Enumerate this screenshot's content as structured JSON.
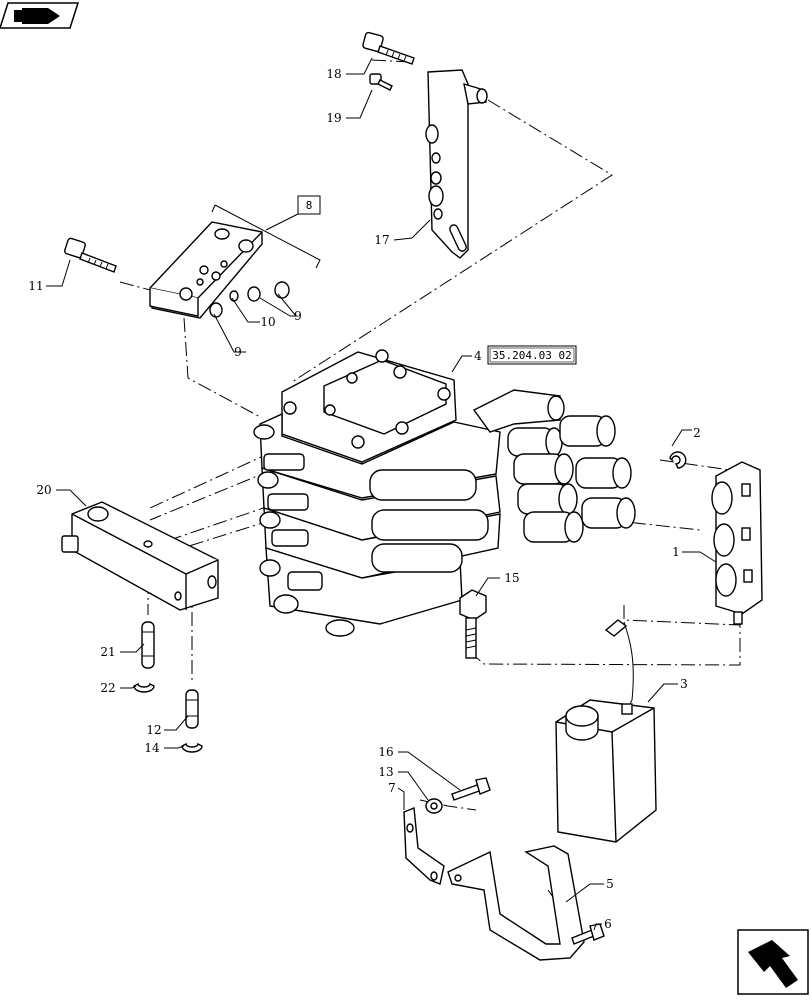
{
  "labels": {
    "c1": "1",
    "c2": "2",
    "c3": "3",
    "c4": "4",
    "c5": "5",
    "c6": "6",
    "c7": "7",
    "c9a": "9",
    "c9b": "9",
    "c10": "10",
    "c11": "11",
    "c12": "12",
    "c13": "13",
    "c14": "14",
    "c15": "15",
    "c16": "16",
    "c17": "17",
    "c18": "18",
    "c19": "19",
    "c20": "20",
    "c21": "21",
    "c22": "22"
  },
  "refs": {
    "box8": "8",
    "section": "35.204.03 02"
  },
  "icons": {
    "top_left": "book-arrow-icon",
    "bottom_right": "next-page-arrow-icon"
  }
}
